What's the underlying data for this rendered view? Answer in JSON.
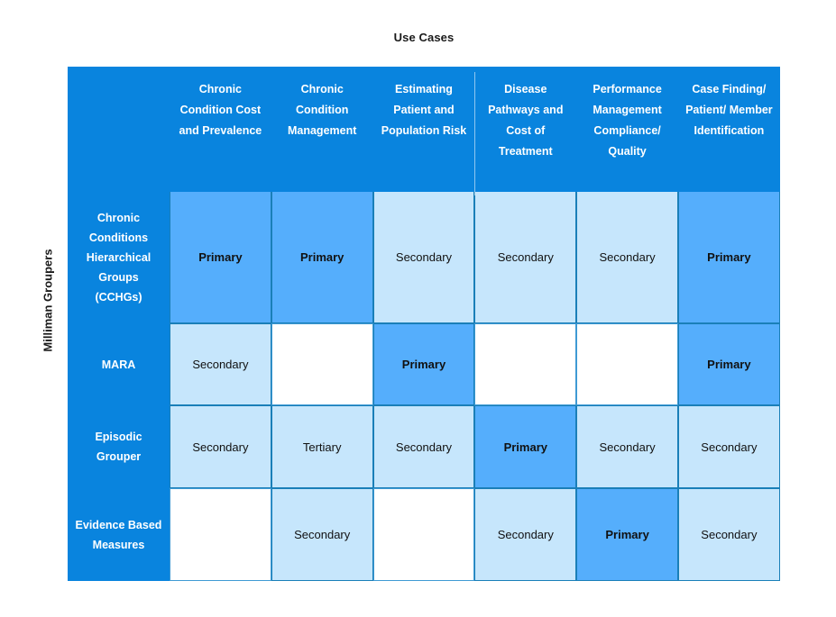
{
  "titles": {
    "top": "Use Cases",
    "left": "Milliman Groupers"
  },
  "colors": {
    "header_blue": "#0984de",
    "primary_blue": "#55aefc",
    "secondary_blue": "#c6e6fc",
    "empty_white": "#ffffff",
    "cell_border": "#1a7fb8"
  },
  "matrix": {
    "corner_label": "",
    "columns": [
      {
        "id": "chronic-condition-cost-and-prevalence",
        "label": "Chronic Condition Cost and Prevalence"
      },
      {
        "id": "chronic-condition-management",
        "label": "Chronic Condition Management"
      },
      {
        "id": "estimating-patient-and-population-risk",
        "label": "Estimating Patient and Population Risk"
      },
      {
        "id": "disease-pathways-and-cost-of-treatment",
        "label": "Disease Pathways and Cost of Treatment"
      },
      {
        "id": "performance-management-compliance-quality",
        "label": "Performance Management Compliance/ Quality"
      },
      {
        "id": "case-finding-patient-member-identification",
        "label": "Case Finding/ Patient/ Member Identification"
      }
    ],
    "rows": [
      {
        "id": "chronic-conditions-hierarchical-groups",
        "label": "Chronic Conditions Hierarchical Groups (CCHGs)",
        "cells": [
          {
            "value": "Primary",
            "level": "primary"
          },
          {
            "value": "Primary",
            "level": "primary"
          },
          {
            "value": "Secondary",
            "level": "secondary"
          },
          {
            "value": "Secondary",
            "level": "secondary"
          },
          {
            "value": "Secondary",
            "level": "secondary"
          },
          {
            "value": "Primary",
            "level": "primary"
          }
        ]
      },
      {
        "id": "mara",
        "label": "MARA",
        "cells": [
          {
            "value": "Secondary",
            "level": "secondary"
          },
          {
            "value": "",
            "level": "empty"
          },
          {
            "value": "Primary",
            "level": "primary"
          },
          {
            "value": "",
            "level": "empty"
          },
          {
            "value": "",
            "level": "empty"
          },
          {
            "value": "Primary",
            "level": "primary"
          }
        ]
      },
      {
        "id": "episodic-grouper",
        "label": "Episodic Grouper",
        "cells": [
          {
            "value": "Secondary",
            "level": "secondary"
          },
          {
            "value": "Tertiary",
            "level": "tertiary"
          },
          {
            "value": "Secondary",
            "level": "secondary"
          },
          {
            "value": "Primary",
            "level": "primary"
          },
          {
            "value": "Secondary",
            "level": "secondary"
          },
          {
            "value": "Secondary",
            "level": "secondary"
          }
        ]
      },
      {
        "id": "evidence-based-measures",
        "label": "Evidence Based Measures",
        "cells": [
          {
            "value": "",
            "level": "empty"
          },
          {
            "value": "Secondary",
            "level": "secondary"
          },
          {
            "value": "",
            "level": "empty"
          },
          {
            "value": "Secondary",
            "level": "secondary"
          },
          {
            "value": "Primary",
            "level": "primary"
          },
          {
            "value": "Secondary",
            "level": "secondary"
          }
        ]
      }
    ]
  }
}
